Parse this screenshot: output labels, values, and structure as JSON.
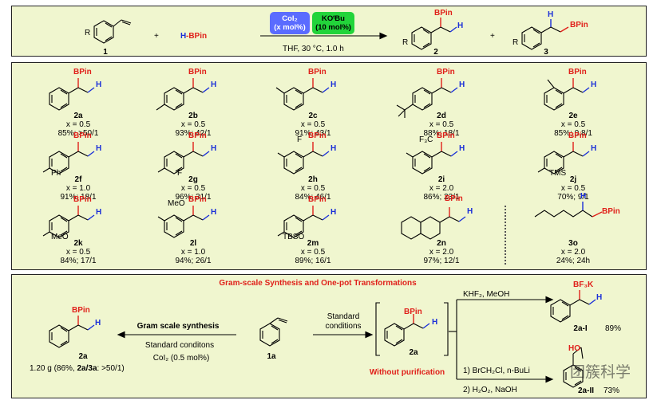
{
  "header": {
    "reactant1_label": "1",
    "reactant1_sub": "R",
    "plus": "+",
    "hbpin_h": "H",
    "hbpin_b": "-BPin",
    "catalyst": "CoI₂",
    "catalyst_amt": "(x mol%)",
    "base": "KOᵗBu",
    "base_amt": "(10 mol%)",
    "conditions": "THF, 30 °C, 1.0 h",
    "product2_label": "2",
    "product3_label": "3",
    "bpin": "BPin",
    "h": "H"
  },
  "substrates": [
    {
      "id": "2a",
      "x": "x = 0.5",
      "result": "85%; >50/1"
    },
    {
      "id": "2b",
      "x": "x = 0.5",
      "result": "93%; 42/1"
    },
    {
      "id": "2c",
      "x": "x = 0.5",
      "result": "91%; 43/1"
    },
    {
      "id": "2d",
      "x": "x = 0.5",
      "result": "88%; 18/1"
    },
    {
      "id": "2e",
      "x": "x = 0.5",
      "result": "85%; 0.8/1"
    },
    {
      "id": "2f",
      "x": "x = 1.0",
      "result": "91%; 18/1",
      "sub": "Ph"
    },
    {
      "id": "2g",
      "x": "x = 0.5",
      "result": "96%; 31/1",
      "sub": "F"
    },
    {
      "id": "2h",
      "x": "x = 0.5",
      "result": "84%; 46/1",
      "sub": "F"
    },
    {
      "id": "2i",
      "x": "x = 2.0",
      "result": "86%; 23/1",
      "sub": "F₃C"
    },
    {
      "id": "2j",
      "x": "x = 0.5",
      "result": "70%; 9/1",
      "sub": "TMS"
    },
    {
      "id": "2k",
      "x": "x = 0.5",
      "result": "84%; 17/1",
      "sub": "MeO"
    },
    {
      "id": "2l",
      "x": "x = 1.0",
      "result": "94%; 26/1",
      "sub": "MeO"
    },
    {
      "id": "2m",
      "x": "x = 0.5",
      "result": "89%; 16/1",
      "sub": "TBSO"
    },
    {
      "id": "2n",
      "x": "x = 2.0",
      "result": "97%; 12/1"
    },
    {
      "id": "3o",
      "x": "x = 2.0",
      "result": "24%; 24h"
    }
  ],
  "gram": {
    "title": "Gram-scale Synthesis and One-pot Transformations",
    "left_label": "2a",
    "left_yield_pre": "1.20 g (86%, ",
    "left_yield_bold": "2a/3a",
    "left_yield_post": ": >50/1)",
    "gs_title": "Gram scale synthesis",
    "gs_cond": "Standard conditons",
    "gs_cat": "CoI₂ (0.5 mol%)",
    "start_label": "1a",
    "std1": "Standard",
    "std2": "conditions",
    "mid_label": "2a",
    "without": "Without purification",
    "top_cond": "KHF₂, MeOH",
    "top_product": "2a-I",
    "top_yield": "89%",
    "bf3k": "BF₃K",
    "bot_cond1": "1) BrCH₂Cl, n-BuLi",
    "bot_cond2": "2) H₂O₂, NaOH",
    "bot_product": "2a-II",
    "bot_yield": "73%",
    "ho": "HO",
    "watermark": "团簇科学"
  }
}
